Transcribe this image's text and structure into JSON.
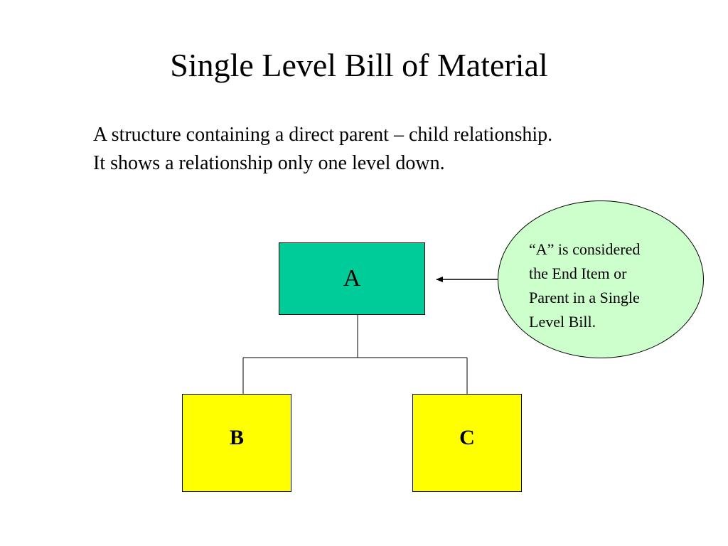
{
  "slide": {
    "title": "Single Level Bill of Material",
    "description": [
      "A structure containing a direct parent – child relationship.",
      "It shows a relationship only one level down."
    ]
  },
  "diagram": {
    "parent": {
      "label": "A",
      "color": "#00CC99"
    },
    "children": [
      {
        "label": "B",
        "color": "#FFFF00"
      },
      {
        "label": "C",
        "color": "#FFFF00"
      }
    ],
    "callout": {
      "lines": [
        "“A” is considered",
        "the End Item or",
        "Parent in a Single",
        "Level Bill."
      ],
      "color": "#CCFFCC"
    }
  }
}
